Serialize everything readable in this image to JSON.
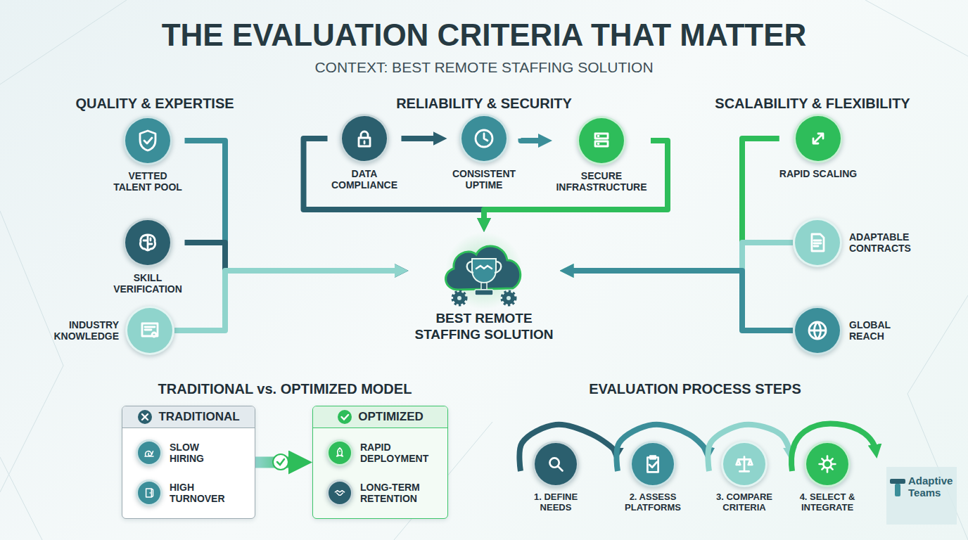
{
  "diagram": {
    "title": "THE EVALUATION CRITERIA THAT MATTER",
    "nodes": [
      {
        "text": [
          "VETTED TALENT POOL"
        ]
      },
      {
        "text": [
          "SKILL VERIFICATION"
        ]
      },
      {
        "text": [
          "INDUSTRY KNOWLEDGE"
        ]
      },
      {
        "text": [
          "DATA COMPLIANCE"
        ]
      },
      {
        "text": [
          "CONSISTENT UPTIME"
        ]
      },
      {
        "text": [
          "SECURE INFRASTRUCTURE"
        ]
      },
      {
        "text": [
          "RAPID SCALING"
        ]
      },
      {
        "text": [
          "ADAPTABLE CONTRACTS"
        ]
      },
      {
        "text": [
          "GLOBAL REACH"
        ]
      },
      {
        "text": [
          "BEST REMOTE STAFFING SOLUTION"
        ]
      },
      {
        "text": [
          "TRADITIONAL"
        ]
      },
      {
        "text": [
          "SLOW HIRING"
        ],
        "in": 10
      },
      {
        "text": [
          "HIGH TURNOVER"
        ],
        "in": 10
      },
      {
        "text": [
          "OPTIMIZED"
        ]
      },
      {
        "text": [
          "RAPID DEPLOYMENT"
        ],
        "in": 13
      },
      {
        "text": [
          "LONG-TERM RETENTION"
        ],
        "in": 13
      },
      {
        "text": [
          "1. DEFINE NEEDS"
        ]
      },
      {
        "text": [
          "2. ASSESS PLATFORMS"
        ]
      },
      {
        "text": [
          "3. COMPARE CRITERIA"
        ]
      },
      {
        "text": [
          "4. SELECT & INTEGRATE"
        ]
      }
    ],
    "edges": [
      {
        "from": 0,
        "to": 9,
        "arrow": "to"
      },
      {
        "from": 1,
        "to": 9,
        "arrow": "to"
      },
      {
        "from": 2,
        "to": 9,
        "arrow": "to"
      },
      {
        "from": 3,
        "to": 4,
        "arrow": "to"
      },
      {
        "from": 4,
        "to": 5,
        "arrow": "to"
      },
      {
        "from": 3,
        "to": 9,
        "arrow": "to"
      },
      {
        "from": 5,
        "to": 9,
        "arrow": "to"
      },
      {
        "from": 6,
        "to": 9,
        "arrow": "to"
      },
      {
        "from": 7,
        "to": 9,
        "arrow": "to"
      },
      {
        "from": 8,
        "to": 9,
        "arrow": "to"
      },
      {
        "from": 10,
        "to": 13,
        "arrow": "to"
      },
      {
        "from": 16,
        "to": 17,
        "arrow": "to"
      },
      {
        "from": 17,
        "to": 18,
        "arrow": "to"
      },
      {
        "from": 18,
        "to": 19,
        "arrow": "to"
      }
    ],
    "labels": [
      "CONTEXT: BEST REMOTE STAFFING SOLUTION",
      "QUALITY & EXPERTISE",
      "RELIABILITY & SECURITY",
      "SCALABILITY & FLEXIBILITY",
      "TRADITIONAL vs. OPTIMIZED MODEL",
      "EVALUATION PROCESS STEPS",
      "Adaptive Teams"
    ]
  }
}
